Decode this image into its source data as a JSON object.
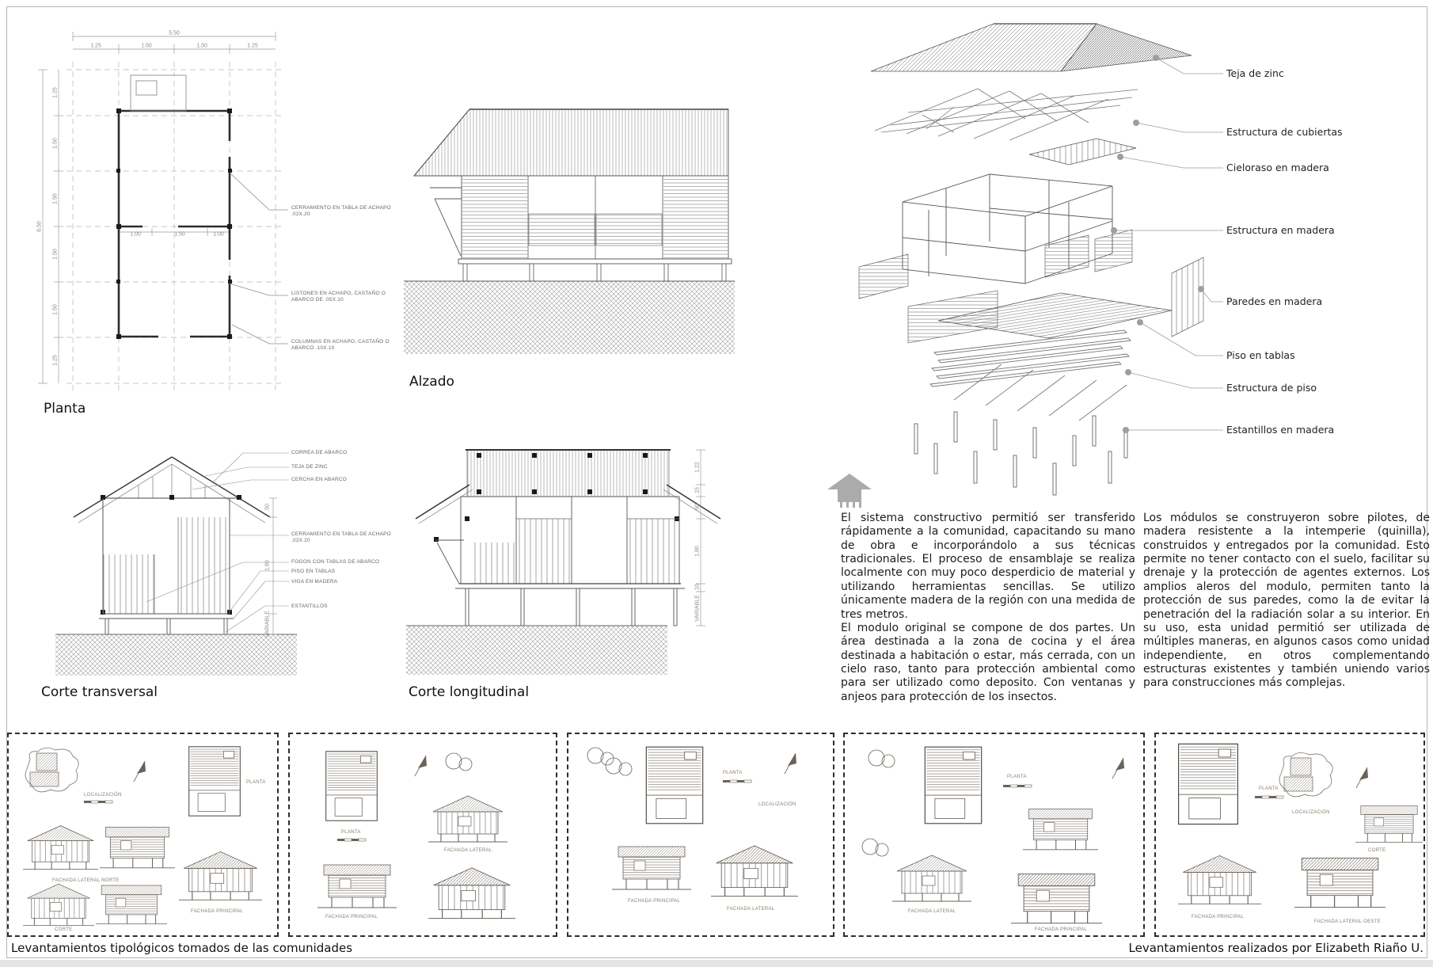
{
  "drawings": {
    "planta": {
      "title": "Planta",
      "dims": {
        "overall_w": "5.50",
        "top": [
          "1.25",
          "1.50",
          "1.50",
          "1.25"
        ],
        "overall_h": "8.50",
        "left": [
          "1.25",
          "1.50",
          "1.50",
          "1.50",
          "1.50",
          "1.25"
        ],
        "inner": [
          "1.00",
          "1.50",
          "1.00"
        ]
      },
      "annotations": [
        "CERRAMIENTO EN TABLA DE ACHAPO .02X.20",
        "LISTONES EN ACHAPO, CASTAÑO O ABARCO DE .05X.10",
        "COLUMNAS EN ACHAPO, CASTAÑO O ABARCO .10X.10"
      ]
    },
    "alzado": {
      "title": "Alzado"
    },
    "corte_transversal": {
      "title": "Corte transversal",
      "annotations": [
        "CORREA DE ABARCO",
        "TEJA DE ZINC",
        "CERCHA EN ABARCO",
        "CERRAMIENTO EN TABLA DE ACHAPO .02X.20",
        "FOGON CON TABLAS DE ABARCO",
        "PISO EN TABLAS",
        "VIGA EN MADERA",
        "ESTANTILLOS"
      ],
      "dims": [
        ".50",
        "1.80",
        "VARIABLE"
      ]
    },
    "corte_longitudinal": {
      "title": "Corte longitudinal",
      "dims": [
        "1.22",
        ".15",
        ".50",
        "1.80",
        ".10",
        "VARIABLE"
      ]
    },
    "exploded": {
      "labels": [
        "Teja de zinc",
        "Estructura de cubiertas",
        "Cieloraso en madera",
        "Estructura en madera",
        "Paredes en madera",
        "Piso en tablas",
        "Estructura de piso",
        "Estantillos en madera"
      ]
    }
  },
  "paragraphs": {
    "col1_p1": "El sistema constructivo permitió ser transferido rápidamente a la comunidad, capacitando su mano de obra e incorporándolo a sus técnicas tradicionales. El proceso de ensamblaje se realiza localmente con muy poco desperdicio de material y utilizando herramientas sencillas. Se utilizo únicamente madera de la región con una medida de tres metros.",
    "col1_p2": "El modulo original se compone de dos partes. Un área destinada a la zona de cocina y el área destinada a habitación o estar, más cerrada, con un cielo raso, tanto para protección ambiental como para ser utilizado como deposito. Con ventanas y anjeos para protección de los insectos.",
    "col2_p1": "Los módulos se construyeron sobre pilotes, de madera resistente a la intemperie (quinilla), construidos y entregados por la comunidad. Esto permite no tener contacto con el suelo, facilitar su drenaje y la protección de agentes externos. Los amplios aleros del modulo, permiten tanto la protección de sus paredes, como la de evitar la penetración del la radiación solar a su interior. En su uso, esta unidad permitió ser utilizada de múltiples maneras, en algunos casos como unidad independiente, en otros complementando estructuras existentes y también uniendo varios para construcciones más complejas."
  },
  "sketch_labels": {
    "planta": "PLANTA",
    "localizacion": "LOCALIZACIÓN",
    "fachada_principal": "FACHADA PRINCIPAL",
    "fachada_lateral": "FACHADA LATERAL",
    "fachada_lateral_norte": "FACHADA LATERAL NORTE",
    "fachada_lateral_oeste": "FACHADA LATERAL OESTE",
    "corte": "CORTE"
  },
  "footer": {
    "left": "Levantamientos tipológicos tomados de las comunidades",
    "right": "Levantamientos realizados por Elizabeth Riaño U."
  }
}
